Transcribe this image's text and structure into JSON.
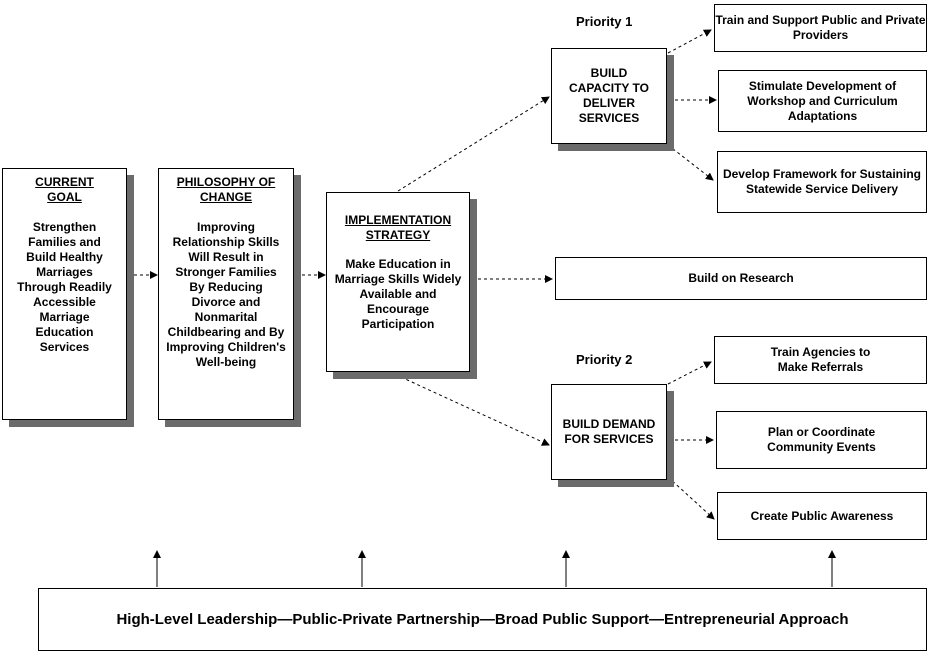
{
  "current_goal": {
    "title": "CURRENT GOAL",
    "body": "Strengthen Families and Build Healthy Marriages Through Readily Accessible Marriage Education Services"
  },
  "philosophy": {
    "title": "PHILOSOPHY OF CHANGE",
    "body": "Improving Relationship Skills Will Result in Stronger Families By Reducing Divorce and Nonmarital Childbearing and By Improving Children's Well-being"
  },
  "implementation": {
    "title": "IMPLEMENTATION STRATEGY",
    "body": "Make Education in Marriage Skills Widely Available and Encourage Participation"
  },
  "priority1": {
    "label": "Priority 1",
    "box": "BUILD CAPACITY TO DELIVER SERVICES",
    "items": [
      "Train and Support Public and Private Providers",
      "Stimulate Development of Workshop and Curriculum Adaptations",
      "Develop Framework for Sustaining Statewide Service Delivery"
    ]
  },
  "research": "Build on Research",
  "priority2": {
    "label": "Priority 2",
    "box": "BUILD DEMAND FOR SERVICES",
    "items": [
      "Train Agencies to Make Referrals",
      "Plan or Coordinate Community Events",
      "Create Public Awareness"
    ]
  },
  "footer": "High-Level Leadership—Public-Private Partnership—Broad Public Support—Entrepreneurial Approach"
}
